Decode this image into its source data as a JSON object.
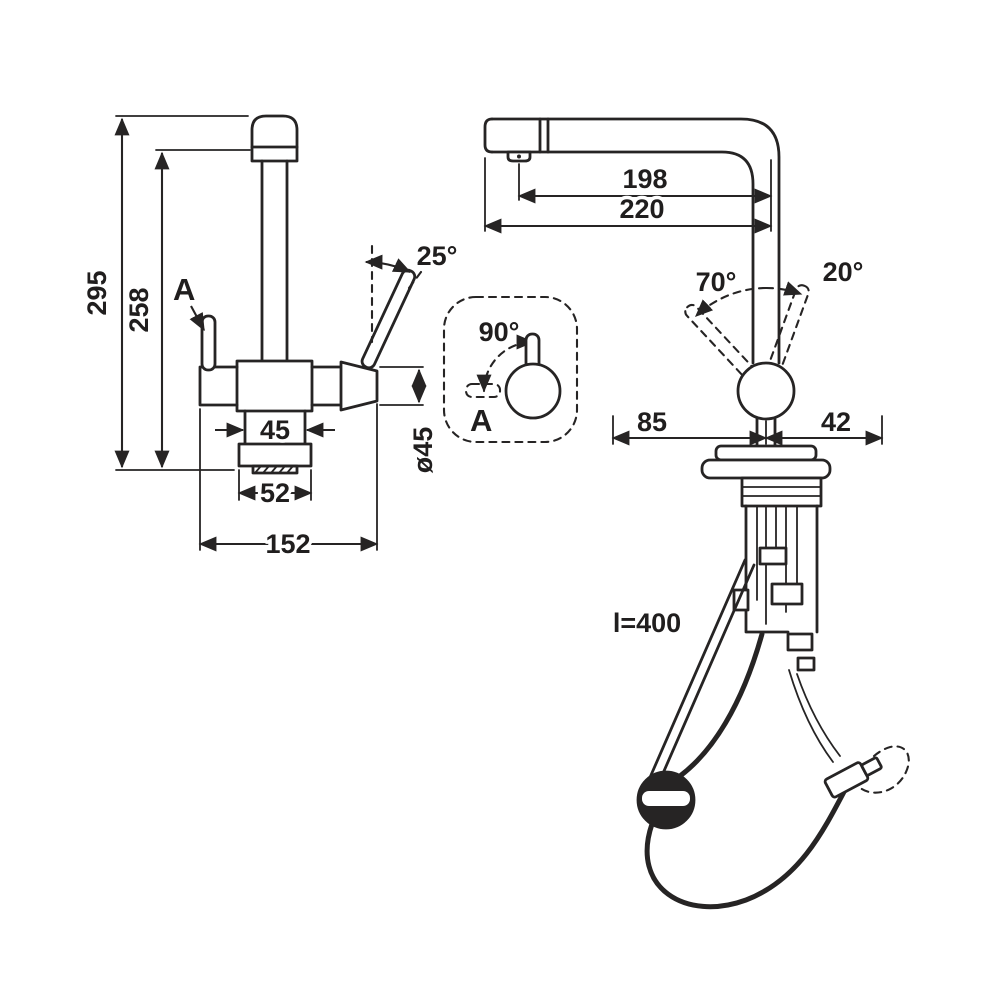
{
  "colors": {
    "line": "#262424",
    "background": "#ffffff"
  },
  "side_view": {
    "total_height": "295",
    "spout_height": "258",
    "section_marker": "A",
    "handle_angle": "25°",
    "stem_width": "45",
    "base_width": "52",
    "overall_width": "152",
    "body_diameter": "ø45"
  },
  "detail_view": {
    "rotation_angle": "90°",
    "section_marker": "A"
  },
  "front_view": {
    "spout_reach": "198",
    "overall_reach": "220",
    "tilt_angle_left": "70°",
    "tilt_angle_right": "20°",
    "offset_left": "85",
    "offset_right": "42",
    "hose_length": "l=400"
  }
}
